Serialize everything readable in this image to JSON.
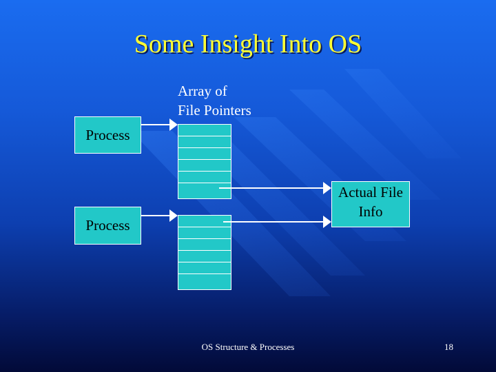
{
  "slide": {
    "title": "Some Insight Into OS",
    "background_colors": [
      "#1a6cf0",
      "#020a38"
    ],
    "title_color": "#ffff33",
    "box_color": "#22c8c8"
  },
  "diagram": {
    "array_label_line1": "Array of",
    "array_label_line2": "File Pointers",
    "process_top_label": "Process",
    "process_bottom_label": "Process",
    "actual_file_line1": "Actual File",
    "actual_file_line2": "Info"
  },
  "footer": {
    "center_text": "OS Structure & Processes",
    "page_number": "18"
  }
}
